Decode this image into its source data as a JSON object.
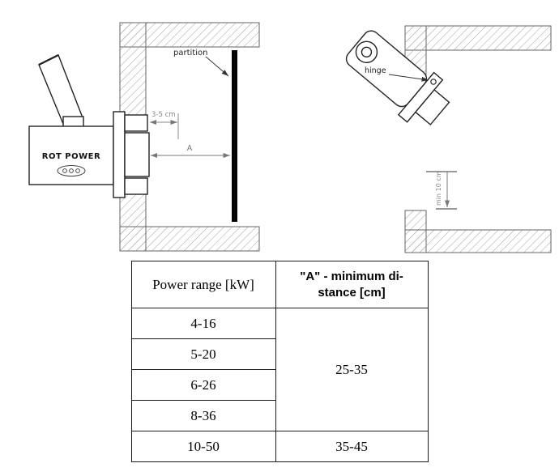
{
  "left_diagram": {
    "partition_label": "partition",
    "gap_dim": "3-5 cm",
    "distance_a": "A",
    "burner_brand": "ROT POWER"
  },
  "right_diagram": {
    "hinge_label": "hinge",
    "min_dim": "min 10 cm"
  },
  "table": {
    "col1_header": "Power range [kW]",
    "col2_header_line1": "\"A\" - minimum di-",
    "col2_header_line2": "stance [cm]",
    "power_rows": [
      "4-16",
      "5-20",
      "6-26",
      "8-36",
      "10-50"
    ],
    "merged_distance": "25-35",
    "row5_distance": "35-45"
  },
  "chart_data": {
    "type": "table",
    "title": "Burner minimum distance specification",
    "columns": [
      "Power range [kW]",
      "\"A\" - minimum distance [cm]"
    ],
    "rows": [
      [
        "4-16",
        "25-35"
      ],
      [
        "5-20",
        "25-35"
      ],
      [
        "6-26",
        "25-35"
      ],
      [
        "8-36",
        "25-35"
      ],
      [
        "10-50",
        "35-45"
      ]
    ]
  }
}
